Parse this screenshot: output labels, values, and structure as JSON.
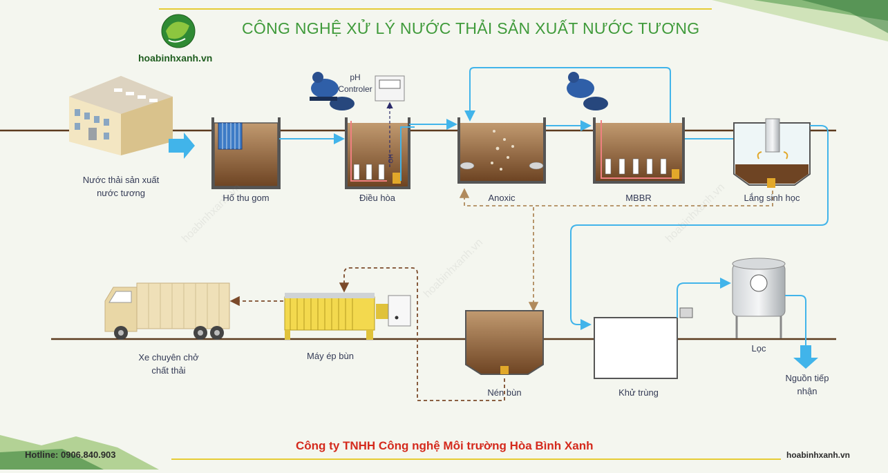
{
  "title": "CÔNG NGHỆ XỬ LÝ NƯỚC THẢI SẢN XUẤT NƯỚC TƯƠNG",
  "brand": "hoabinhxanh.vn",
  "ph_label_1": "pH",
  "ph_label_2": "Controler",
  "ph_symbol": "OH⁻",
  "source_label_1": "Nước thải sản xuất",
  "source_label_2": "nước tương",
  "stages": {
    "collection": "Hố thu gom",
    "equalization": "Điều hòa",
    "anoxic": "Anoxic",
    "mbbr": "MBBR",
    "clarifier": "Lắng sinh học",
    "sludge_thickener": "Nén bùn",
    "disinfection": "Khử trùng",
    "filter": "Lọc",
    "press": "Máy ép bùn",
    "truck_1": "Xe chuyên chở",
    "truck_2": "chất thải",
    "receiver_1": "Nguồn tiếp",
    "receiver_2": "nhận"
  },
  "watermark": "hoabinhxanh.vn",
  "company": "Công ty TNHH Công nghệ Môi trường Hòa Bình Xanh",
  "hotline": "Hotline: 0906.840.903",
  "website": "hoabinhxanh.vn",
  "colors": {
    "title": "#3f9a3a",
    "water": "#41b4ea",
    "sludge_line": "#b08a5c",
    "pipe_main": "#5b3a1e",
    "accent_red": "#d42a1d"
  }
}
